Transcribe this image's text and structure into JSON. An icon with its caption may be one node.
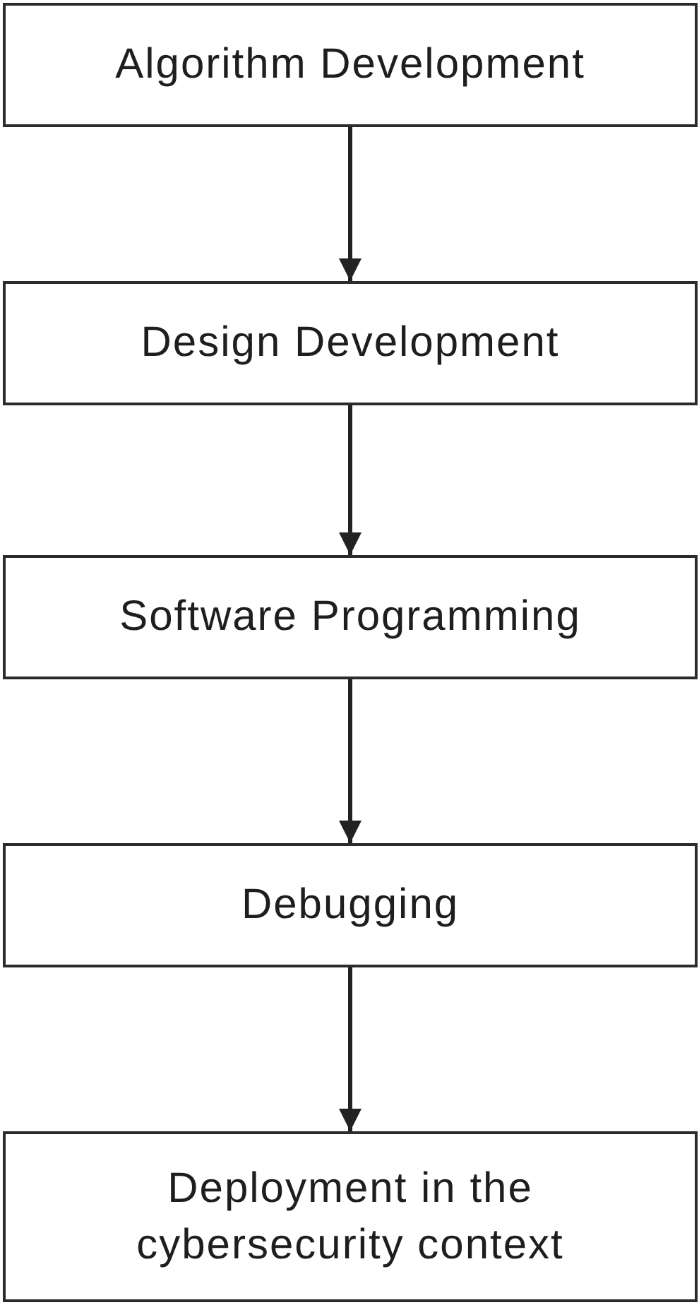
{
  "diagram": {
    "nodes": [
      {
        "text": [
          "Algorithm Development"
        ]
      },
      {
        "text": [
          "Design Development"
        ]
      },
      {
        "text": [
          "Software Programming"
        ]
      },
      {
        "text": [
          "Debugging"
        ]
      },
      {
        "text": [
          "Deployment in the cybersecurity context"
        ]
      }
    ],
    "edges": [
      {
        "from": 0,
        "to": 1,
        "arrow": "to"
      },
      {
        "from": 1,
        "to": 2,
        "arrow": "to"
      },
      {
        "from": 2,
        "to": 3,
        "arrow": "to"
      },
      {
        "from": 3,
        "to": 4,
        "arrow": "to"
      }
    ]
  }
}
